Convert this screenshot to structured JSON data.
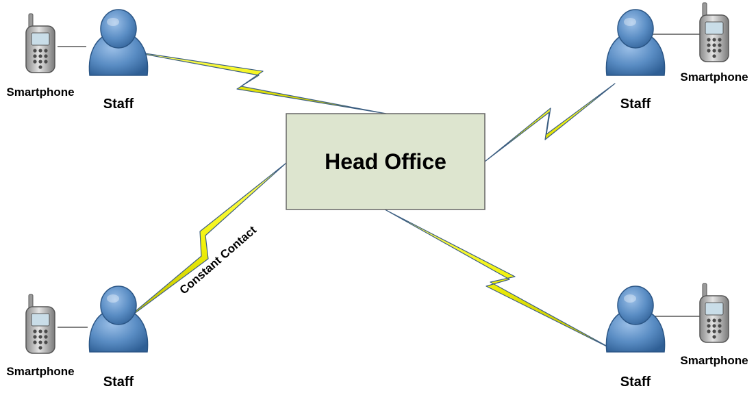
{
  "head_office": {
    "label": "Head Office"
  },
  "connection_label": "Constant Contact",
  "nodes": [
    {
      "id": "top-left",
      "staff_label": "Staff",
      "device_label": "Smartphone"
    },
    {
      "id": "top-right",
      "staff_label": "Staff",
      "device_label": "Smartphone"
    },
    {
      "id": "bottom-left",
      "staff_label": "Staff",
      "device_label": "Smartphone"
    },
    {
      "id": "bottom-right",
      "staff_label": "Staff",
      "device_label": "Smartphone"
    }
  ],
  "colors": {
    "office_fill": "#dde5cf",
    "office_stroke": "#666666",
    "staff_fill": "#5a8dc4",
    "link_line": "#3d5f82",
    "bolt_fill": "#f2f20a"
  },
  "icons": {
    "staff": "person-icon",
    "device": "mobile-phone-icon",
    "link": "lightning-bolt-icon"
  }
}
